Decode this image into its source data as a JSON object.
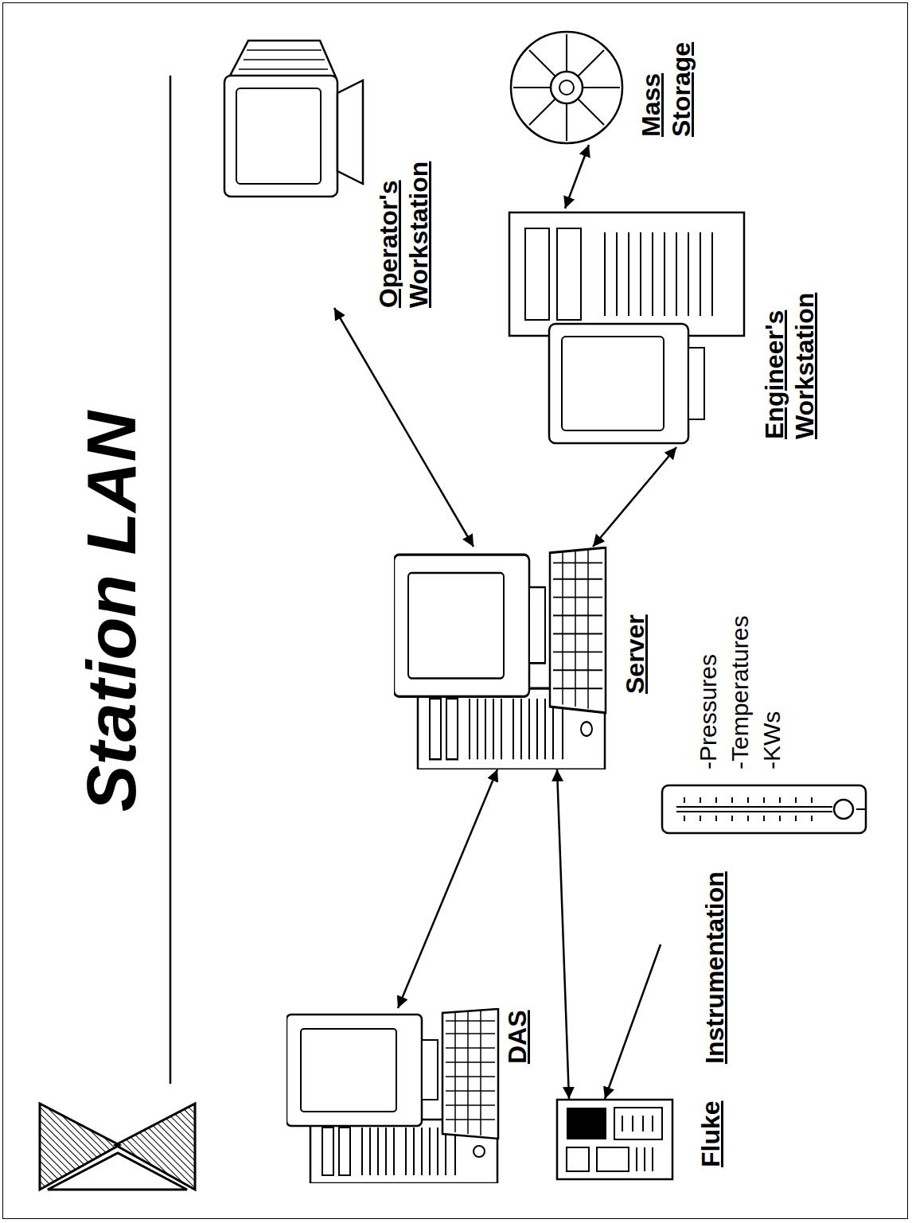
{
  "diagram": {
    "title": "Station LAN",
    "nodes": [
      {
        "text": [
          "DAS"
        ]
      },
      {
        "text": [
          "Fluke"
        ]
      },
      {
        "text": [
          "Instrumentation",
          "-Pressures",
          "-Temperatures",
          "-KWs"
        ]
      },
      {
        "text": [
          "Server"
        ]
      },
      {
        "text": [
          "Operator's Workstation"
        ]
      },
      {
        "text": [
          "Engineer's Workstation"
        ]
      },
      {
        "text": [
          "Mass Storage"
        ]
      }
    ],
    "edges": [
      {
        "from": 0,
        "to": 3,
        "arrow": "both"
      },
      {
        "from": 1,
        "to": 3,
        "arrow": "both"
      },
      {
        "from": 2,
        "to": 1,
        "arrow": "to"
      },
      {
        "from": 3,
        "to": 4,
        "arrow": "both"
      },
      {
        "from": 3,
        "to": 5,
        "arrow": "both"
      },
      {
        "from": 5,
        "to": 6,
        "arrow": "both"
      }
    ]
  }
}
